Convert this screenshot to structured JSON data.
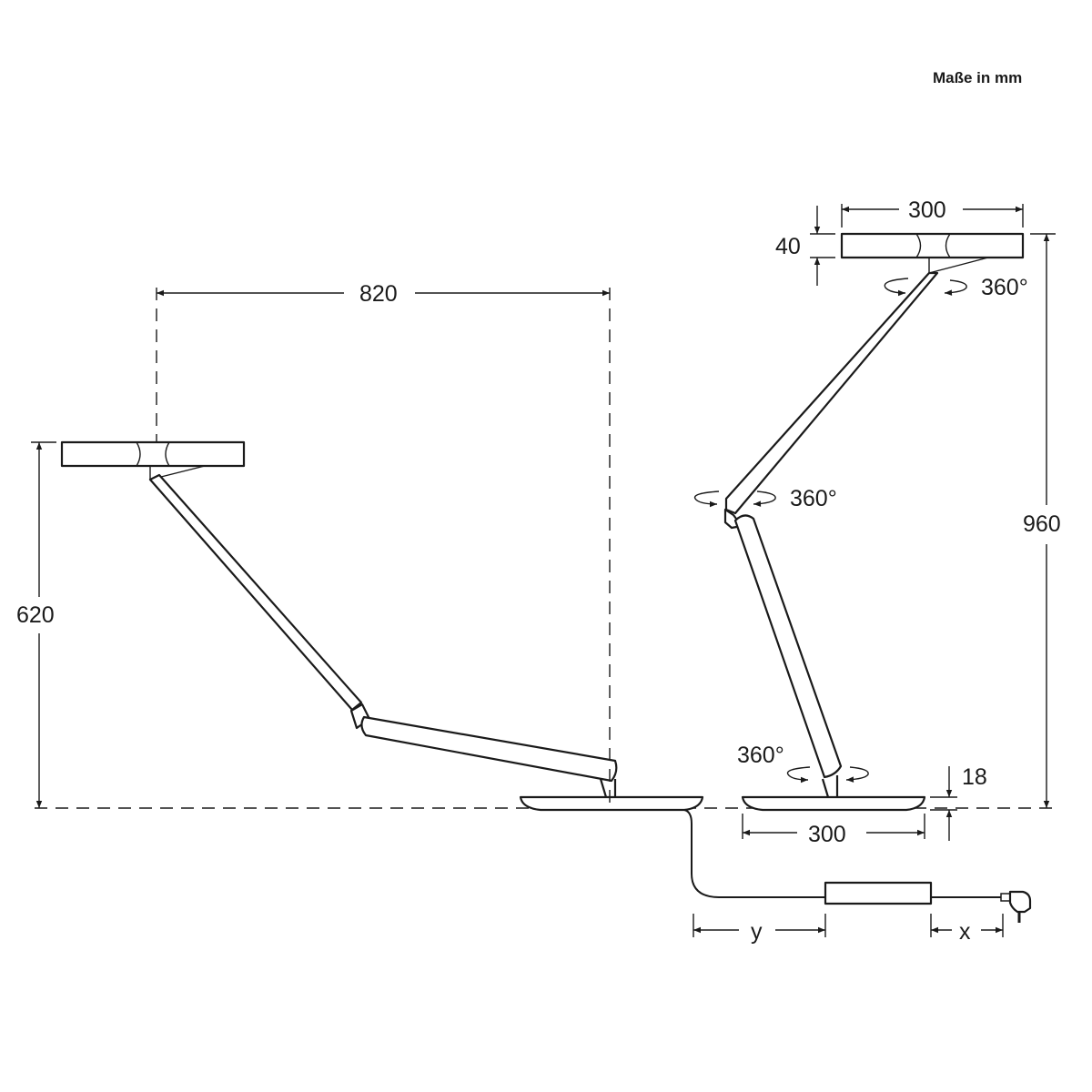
{
  "units_note": "Maße in mm",
  "left_lamp": {
    "reach": "820",
    "height": "620"
  },
  "right_lamp": {
    "head_width": "300",
    "head_thickness": "40",
    "head_rotation": "360°",
    "elbow_rotation": "360°",
    "base_rotation": "360°",
    "total_height": "960",
    "base_thickness": "18",
    "base_width": "300"
  },
  "cable": {
    "y_label": "y",
    "x_label": "x"
  }
}
